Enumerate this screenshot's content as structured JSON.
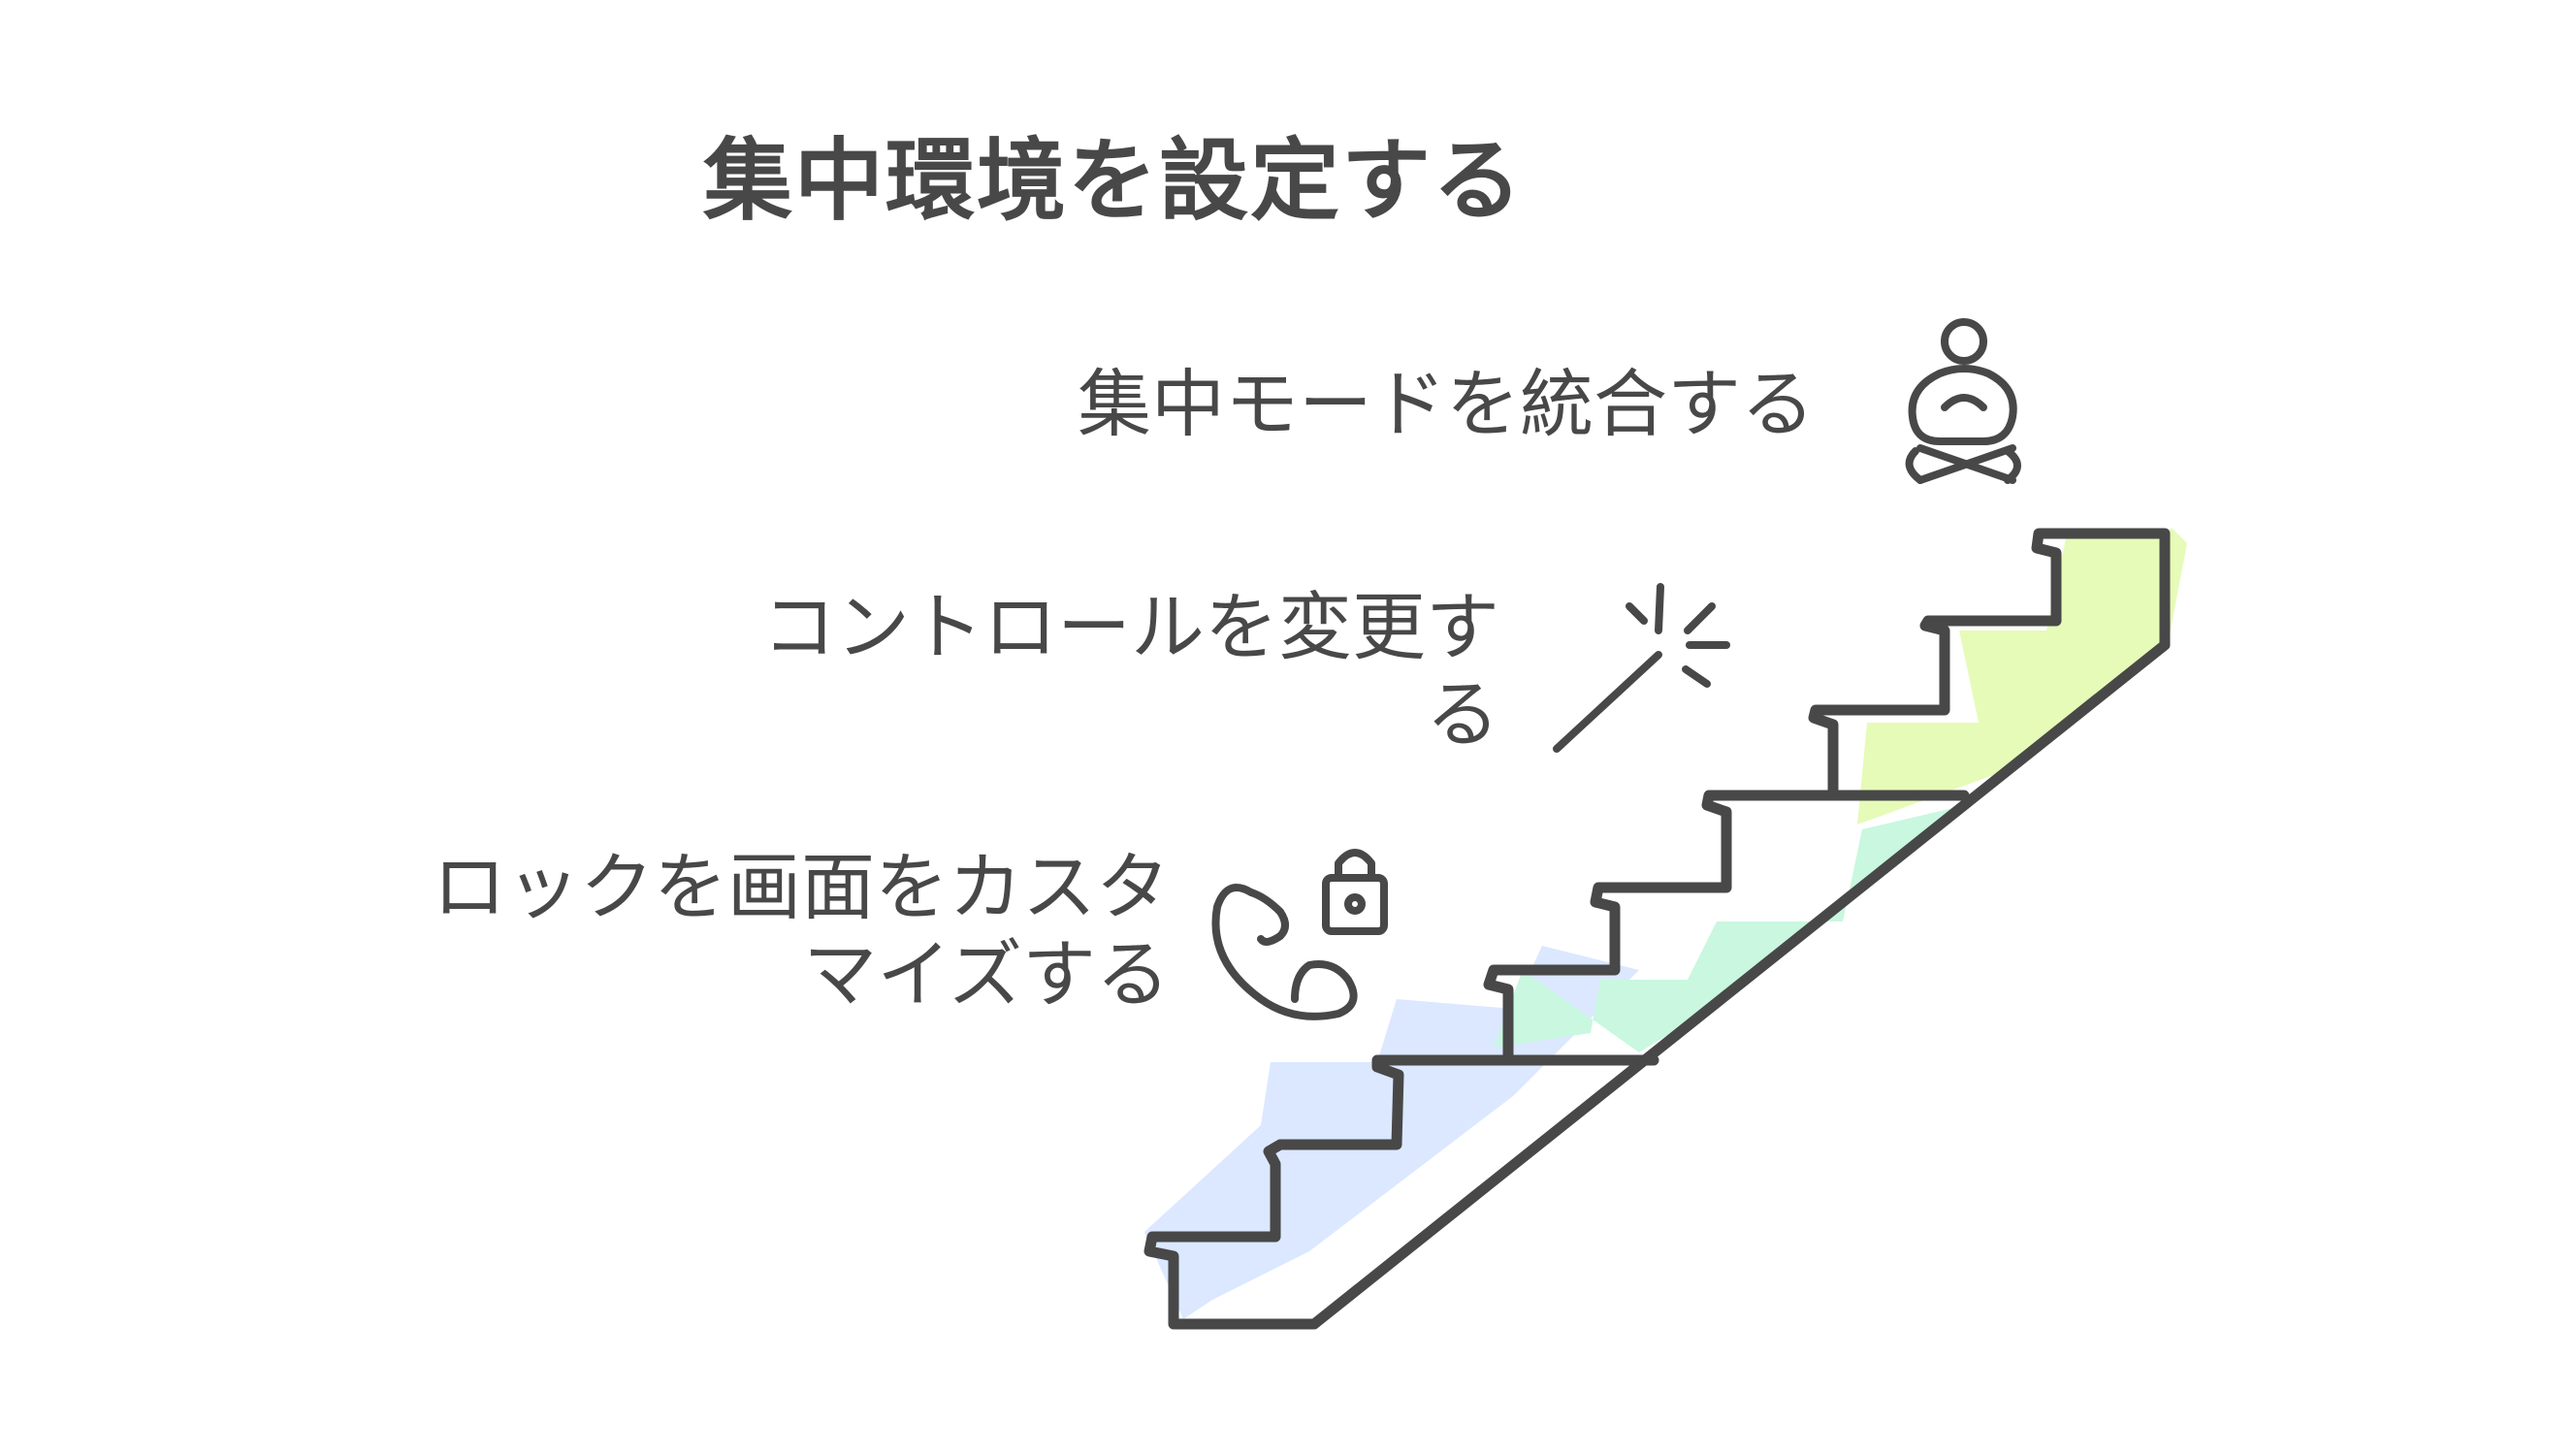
{
  "title": "集中環境を設定する",
  "steps": [
    {
      "label": "ロックを画面をカスタマイズする",
      "icon": "phone-lock-icon",
      "color": "#dbe8ff"
    },
    {
      "label": "コントロールを変更する",
      "icon": "magic-wand-icon",
      "color": "#c9f7e0"
    },
    {
      "label": "集中モードを統合する",
      "icon": "meditation-icon",
      "color": "#e6fbb8"
    }
  ],
  "colors": {
    "outline": "#484848",
    "text": "#484848"
  }
}
